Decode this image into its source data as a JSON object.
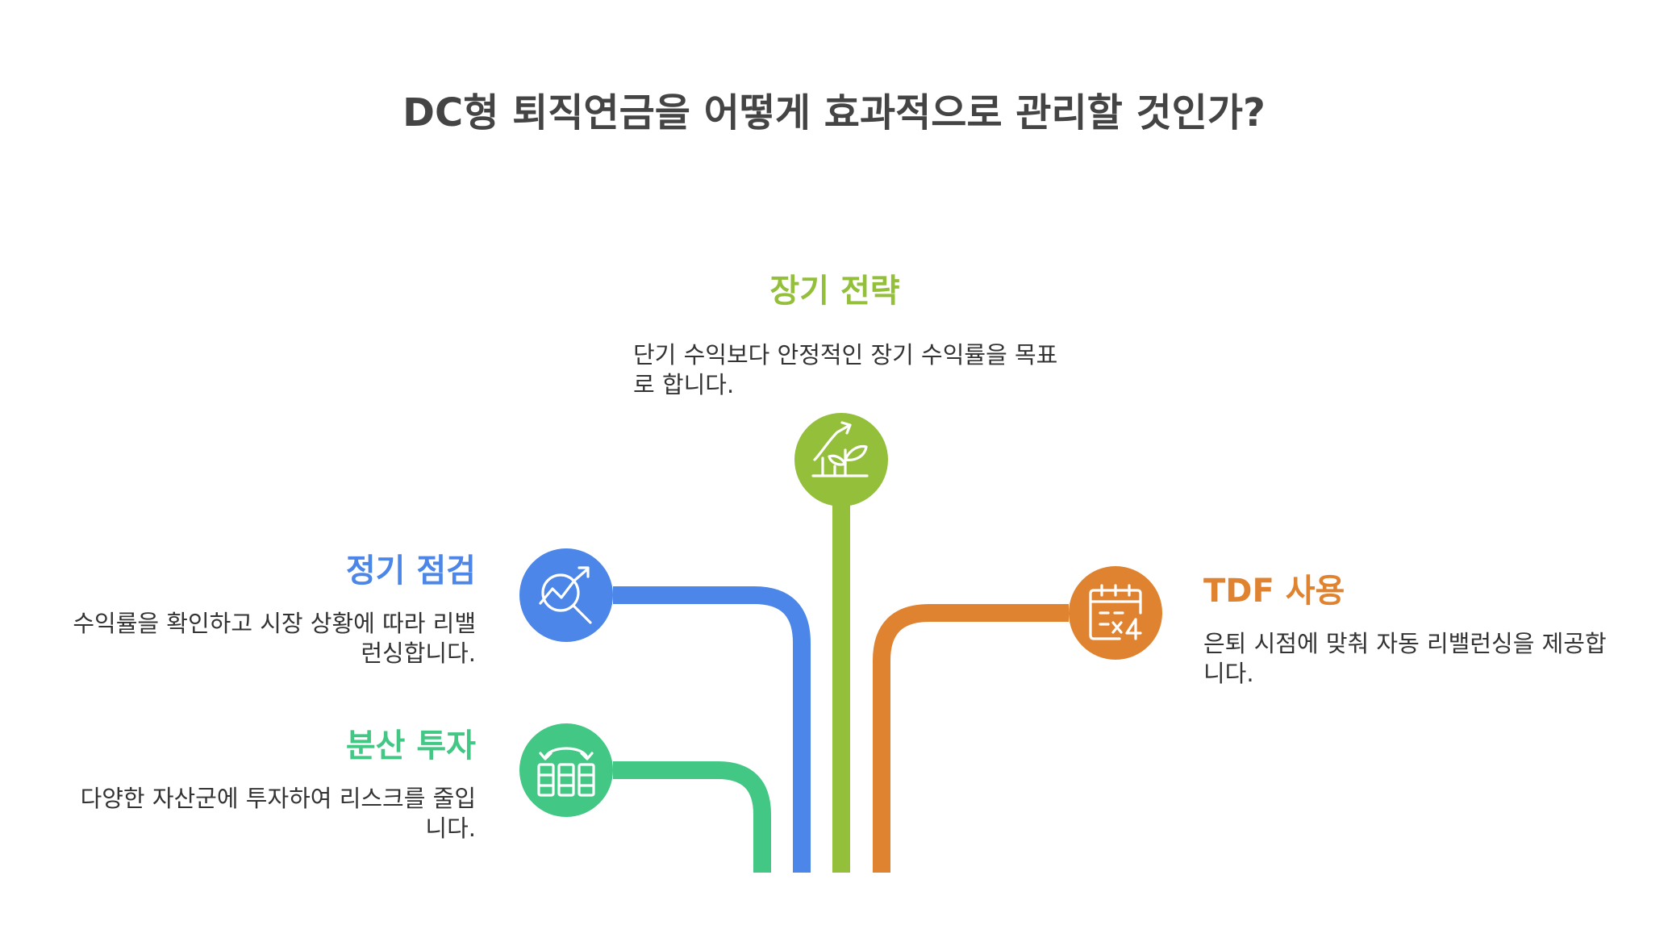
{
  "title": "DC형 퇴직연금을 어떻게 효과적으로 관리할 것인가?",
  "colors": {
    "green_long": "#93bf3b",
    "blue_check": "#4b86e8",
    "green_div": "#42c784",
    "orange_tdf": "#df8330"
  },
  "items": [
    {
      "id": "long",
      "heading": "장기 전략",
      "text": "단기 수익보다 안정적인 장기 수익률을 목표로 합니다.",
      "icon": "growth-plant-icon"
    },
    {
      "id": "check",
      "heading": "정기 점검",
      "text": "수익률을 확인하고 시장 상황에 따라 리밸런싱합니다.",
      "icon": "chart-magnifier-icon"
    },
    {
      "id": "div",
      "heading": "분산 투자",
      "text": "다양한 자산군에 투자하여 리스크를 줄입니다.",
      "icon": "asset-columns-exchange-icon"
    },
    {
      "id": "tdf",
      "heading": "TDF 사용",
      "text": "은퇴 시점에 맞춰 자동 리밸런싱을 제공합니다.",
      "icon": "calendar-times-four-icon"
    }
  ]
}
